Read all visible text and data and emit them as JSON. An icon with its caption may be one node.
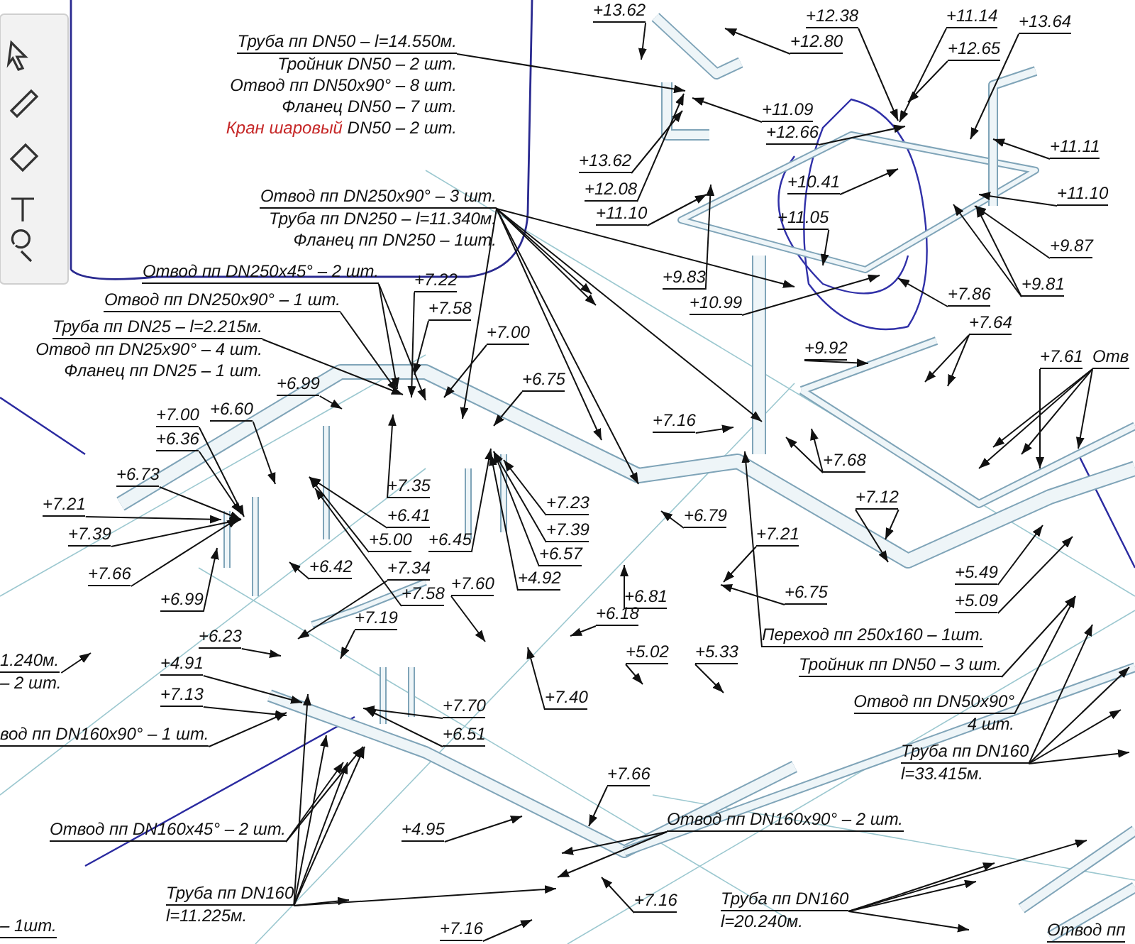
{
  "diagram": {
    "nodes": [
      {
        "text": [
          "+13.62"
        ]
      },
      {
        "text": [
          "Труба пп DN50 – l=14.550м.",
          "Тройник DN50 – 2 шт.",
          "Отвод пп DN50x90° – 8 шт.",
          "Фланец DN50 – 7 шт.",
          "Кран шаровый",
          "DN50 – 2 шт."
        ]
      },
      {
        "text": [
          "+12.38"
        ]
      },
      {
        "text": [
          "+11.14"
        ]
      },
      {
        "text": [
          "+13.64"
        ]
      },
      {
        "text": [
          "+12.80"
        ]
      },
      {
        "text": [
          "+12.65"
        ]
      },
      {
        "text": [
          "+11.09"
        ]
      },
      {
        "text": [
          "+12.66"
        ]
      },
      {
        "text": [
          "+11.11"
        ]
      },
      {
        "text": [
          "+13.62"
        ]
      },
      {
        "text": [
          "+10.41"
        ]
      },
      {
        "text": [
          "+12.08"
        ]
      },
      {
        "text": [
          "+11.10"
        ]
      },
      {
        "text": [
          "Отвод пп DN250x90° – 3 шт.",
          "Труба пп DN250 – l=11.340м.",
          "Фланец пп DN250 – 1шт."
        ]
      },
      {
        "text": [
          "+11.10"
        ]
      },
      {
        "text": [
          "+11.05"
        ]
      },
      {
        "text": [
          "+9.87"
        ]
      },
      {
        "text": [
          "+9.83"
        ]
      },
      {
        "text": [
          "+9.81"
        ]
      },
      {
        "text": [
          "Отвод пп DN250x45° – 2 шт."
        ]
      },
      {
        "text": [
          "+7.22"
        ]
      },
      {
        "text": [
          "+7.86"
        ]
      },
      {
        "text": [
          "Отвод пп DN250x90° – 1 шт."
        ]
      },
      {
        "text": [
          "+10.99"
        ]
      },
      {
        "text": [
          "+7.58"
        ]
      },
      {
        "text": [
          "+7.64"
        ]
      },
      {
        "text": [
          "Труба пп DN25 – l=2.215м.",
          "Отвод пп DN25x90° – 4 шт.",
          "Фланец пп DN25 – 1 шт."
        ]
      },
      {
        "text": [
          "+7.00"
        ]
      },
      {
        "text": [
          "+9.92"
        ]
      },
      {
        "text": [
          "+7.61"
        ]
      },
      {
        "text": [
          "Отв"
        ]
      },
      {
        "text": [
          "+6.99"
        ]
      },
      {
        "text": [
          "+6.75"
        ]
      },
      {
        "text": [
          "+6.60"
        ]
      },
      {
        "text": [
          "+7.00"
        ]
      },
      {
        "text": [
          "+7.16"
        ]
      },
      {
        "text": [
          "+6.36"
        ]
      },
      {
        "text": [
          "+7.68"
        ]
      },
      {
        "text": [
          "+6.73"
        ]
      },
      {
        "text": [
          "+7.35"
        ]
      },
      {
        "text": [
          "+7.12"
        ]
      },
      {
        "text": [
          "+7.21"
        ]
      },
      {
        "text": [
          "+7.23"
        ]
      },
      {
        "text": [
          "+6.79"
        ]
      },
      {
        "text": [
          "+6.41"
        ]
      },
      {
        "text": [
          "+7.39"
        ]
      },
      {
        "text": [
          "+7.39"
        ]
      },
      {
        "text": [
          "+7.21"
        ]
      },
      {
        "text": [
          "+5.00"
        ]
      },
      {
        "text": [
          "+6.45"
        ]
      },
      {
        "text": [
          "+6.57"
        ]
      },
      {
        "text": [
          "+5.49"
        ]
      },
      {
        "text": [
          "+6.42"
        ]
      },
      {
        "text": [
          "+7.34"
        ]
      },
      {
        "text": [
          "+7.66"
        ]
      },
      {
        "text": [
          "+4.92"
        ]
      },
      {
        "text": [
          "+6.75"
        ]
      },
      {
        "text": [
          "+6.81"
        ]
      },
      {
        "text": [
          "+7.58"
        ]
      },
      {
        "text": [
          "+7.60"
        ]
      },
      {
        "text": [
          "+6.99"
        ]
      },
      {
        "text": [
          "+5.09"
        ]
      },
      {
        "text": [
          "+7.19"
        ]
      },
      {
        "text": [
          "+6.18"
        ]
      },
      {
        "text": [
          "+6.23"
        ]
      },
      {
        "text": [
          "Переход пп 250x160 – 1шт."
        ]
      },
      {
        "text": [
          "+5.02"
        ]
      },
      {
        "text": [
          "+5.33"
        ]
      },
      {
        "text": [
          "1.240м.",
          "– 2 шт."
        ]
      },
      {
        "text": [
          "+4.91"
        ]
      },
      {
        "text": [
          "Тройник пп DN50 – 3 шт."
        ]
      },
      {
        "text": [
          "+7.40"
        ]
      },
      {
        "text": [
          "+7.13"
        ]
      },
      {
        "text": [
          "+7.70"
        ]
      },
      {
        "text": [
          "Отвод пп DN50x90°",
          "4 шт."
        ]
      },
      {
        "text": [
          "+6.51"
        ]
      },
      {
        "text": [
          "вод пп DN160x90° – 1 шт."
        ]
      },
      {
        "text": [
          "Труба пп DN160",
          "l=33.415м."
        ]
      },
      {
        "text": [
          "+7.66"
        ]
      },
      {
        "text": [
          "Отвод пп DN160x90° – 2 шт."
        ]
      },
      {
        "text": [
          "Отвод пп DN160x45° – 2 шт."
        ]
      },
      {
        "text": [
          "+4.95"
        ]
      },
      {
        "text": [
          "Труба пп DN160",
          "l=11.225м."
        ]
      },
      {
        "text": [
          "+7.16"
        ]
      },
      {
        "text": [
          "Труба пп DN160",
          "l=20.240м."
        ]
      },
      {
        "text": [
          "– 1шт."
        ]
      },
      {
        "text": [
          "+7.16"
        ]
      },
      {
        "text": [
          "Отвод пп"
        ]
      }
    ],
    "edges": [
      {
        "from": 0,
        "to": null,
        "arrow": "to"
      },
      {
        "from": 1,
        "to": null,
        "arrow": "to"
      },
      {
        "from": 2,
        "to": null,
        "arrow": "to"
      },
      {
        "from": 3,
        "to": null,
        "arrow": "to"
      },
      {
        "from": 4,
        "to": null,
        "arrow": "to"
      },
      {
        "from": 5,
        "to": null,
        "arrow": "to"
      },
      {
        "from": 6,
        "to": null,
        "arrow": "to"
      },
      {
        "from": 7,
        "to": null,
        "arrow": "to"
      },
      {
        "from": 8,
        "to": null,
        "arrow": "to"
      },
      {
        "from": 9,
        "to": null,
        "arrow": "to"
      },
      {
        "from": 10,
        "to": null,
        "arrow": "to"
      },
      {
        "from": 11,
        "to": null,
        "arrow": "to"
      },
      {
        "from": 12,
        "to": null,
        "arrow": "to"
      },
      {
        "from": 13,
        "to": null,
        "arrow": "to"
      },
      {
        "from": 14,
        "to": null,
        "arrow": "to"
      },
      {
        "from": 14,
        "to": null,
        "arrow": "to"
      },
      {
        "from": 14,
        "to": null,
        "arrow": "to"
      },
      {
        "from": 14,
        "to": null,
        "arrow": "to"
      },
      {
        "from": 14,
        "to": null,
        "arrow": "to"
      },
      {
        "from": 14,
        "to": null,
        "arrow": "to"
      },
      {
        "from": 14,
        "to": null,
        "arrow": "to"
      },
      {
        "from": 15,
        "to": null,
        "arrow": "to"
      },
      {
        "from": 16,
        "to": null,
        "arrow": "to"
      },
      {
        "from": 17,
        "to": null,
        "arrow": "to"
      },
      {
        "from": 18,
        "to": null,
        "arrow": "to"
      },
      {
        "from": 19,
        "to": null,
        "arrow": "to"
      },
      {
        "from": 19,
        "to": null,
        "arrow": "to"
      },
      {
        "from": 20,
        "to": null,
        "arrow": "to"
      },
      {
        "from": 20,
        "to": null,
        "arrow": "to"
      },
      {
        "from": 21,
        "to": null,
        "arrow": "to"
      },
      {
        "from": 22,
        "to": null,
        "arrow": "to"
      },
      {
        "from": 23,
        "to": null,
        "arrow": "to"
      },
      {
        "from": 24,
        "to": null,
        "arrow": "to"
      },
      {
        "from": 25,
        "to": null,
        "arrow": "to"
      },
      {
        "from": 26,
        "to": null,
        "arrow": "to"
      },
      {
        "from": 26,
        "to": null,
        "arrow": "to"
      },
      {
        "from": 27,
        "to": null,
        "arrow": "to"
      },
      {
        "from": 28,
        "to": null,
        "arrow": "to"
      },
      {
        "from": 29,
        "to": null,
        "arrow": "to"
      },
      {
        "from": 30,
        "to": null,
        "arrow": "to"
      },
      {
        "from": 31,
        "to": null,
        "arrow": "to"
      },
      {
        "from": 31,
        "to": null,
        "arrow": "to"
      },
      {
        "from": 31,
        "to": null,
        "arrow": "to"
      },
      {
        "from": 31,
        "to": null,
        "arrow": "to"
      },
      {
        "from": 32,
        "to": null,
        "arrow": "to"
      },
      {
        "from": 33,
        "to": null,
        "arrow": "to"
      },
      {
        "from": 34,
        "to": null,
        "arrow": "to"
      },
      {
        "from": 35,
        "to": null,
        "arrow": "to"
      },
      {
        "from": 36,
        "to": null,
        "arrow": "to"
      },
      {
        "from": 37,
        "to": null,
        "arrow": "to"
      },
      {
        "from": 38,
        "to": null,
        "arrow": "to"
      },
      {
        "from": 38,
        "to": null,
        "arrow": "to"
      },
      {
        "from": 39,
        "to": null,
        "arrow": "to"
      },
      {
        "from": 40,
        "to": null,
        "arrow": "to"
      },
      {
        "from": 41,
        "to": null,
        "arrow": "to"
      },
      {
        "from": 41,
        "to": null,
        "arrow": "to"
      },
      {
        "from": 42,
        "to": null,
        "arrow": "to"
      },
      {
        "from": 43,
        "to": null,
        "arrow": "to"
      },
      {
        "from": 44,
        "to": null,
        "arrow": "to"
      },
      {
        "from": 45,
        "to": null,
        "arrow": "to"
      },
      {
        "from": 46,
        "to": null,
        "arrow": "to"
      },
      {
        "from": 47,
        "to": null,
        "arrow": "to"
      },
      {
        "from": 48,
        "to": null,
        "arrow": "to"
      },
      {
        "from": 49,
        "to": null,
        "arrow": "to"
      },
      {
        "from": 50,
        "to": null,
        "arrow": "to"
      },
      {
        "from": 51,
        "to": null,
        "arrow": "to"
      },
      {
        "from": 52,
        "to": null,
        "arrow": "to"
      },
      {
        "from": 53,
        "to": null,
        "arrow": "to"
      },
      {
        "from": 54,
        "to": null,
        "arrow": "to"
      },
      {
        "from": 55,
        "to": null,
        "arrow": "to"
      },
      {
        "from": 56,
        "to": null,
        "arrow": "to"
      },
      {
        "from": 57,
        "to": null,
        "arrow": "to"
      },
      {
        "from": 58,
        "to": null,
        "arrow": "to"
      },
      {
        "from": 59,
        "to": null,
        "arrow": "to"
      },
      {
        "from": 60,
        "to": null,
        "arrow": "to"
      },
      {
        "from": 61,
        "to": null,
        "arrow": "to"
      },
      {
        "from": 62,
        "to": null,
        "arrow": "to"
      },
      {
        "from": 63,
        "to": null,
        "arrow": "to"
      },
      {
        "from": 64,
        "to": null,
        "arrow": "to"
      },
      {
        "from": 65,
        "to": null,
        "arrow": "to"
      },
      {
        "from": 66,
        "to": null,
        "arrow": "to"
      },
      {
        "from": 67,
        "to": null,
        "arrow": "to"
      },
      {
        "from": 68,
        "to": null,
        "arrow": "to"
      },
      {
        "from": 69,
        "to": null,
        "arrow": "to"
      },
      {
        "from": 70,
        "to": null,
        "arrow": "to"
      },
      {
        "from": 71,
        "to": null,
        "arrow": "to"
      },
      {
        "from": 72,
        "to": null,
        "arrow": "to"
      },
      {
        "from": 73,
        "to": null,
        "arrow": "to"
      },
      {
        "from": 74,
        "to": null,
        "arrow": "to"
      },
      {
        "from": 75,
        "to": null,
        "arrow": "to"
      },
      {
        "from": 76,
        "to": null,
        "arrow": "to"
      },
      {
        "from": 77,
        "to": null,
        "arrow": "to"
      },
      {
        "from": 78,
        "to": null,
        "arrow": "to"
      },
      {
        "from": 78,
        "to": null,
        "arrow": "to"
      },
      {
        "from": 78,
        "to": null,
        "arrow": "to"
      },
      {
        "from": 78,
        "to": null,
        "arrow": "to"
      },
      {
        "from": 79,
        "to": null,
        "arrow": "to"
      },
      {
        "from": 80,
        "to": null,
        "arrow": "to"
      },
      {
        "from": 80,
        "to": null,
        "arrow": "to"
      },
      {
        "from": 81,
        "to": null,
        "arrow": "to"
      },
      {
        "from": 81,
        "to": null,
        "arrow": "to"
      },
      {
        "from": 82,
        "to": null,
        "arrow": "to"
      },
      {
        "from": 83,
        "to": null,
        "arrow": "to"
      },
      {
        "from": 83,
        "to": null,
        "arrow": "to"
      },
      {
        "from": 83,
        "to": null,
        "arrow": "to"
      },
      {
        "from": 83,
        "to": null,
        "arrow": "to"
      },
      {
        "from": 83,
        "to": null,
        "arrow": "to"
      },
      {
        "from": 83,
        "to": null,
        "arrow": "to"
      },
      {
        "from": 84,
        "to": null,
        "arrow": "to"
      },
      {
        "from": 85,
        "to": null,
        "arrow": "to"
      },
      {
        "from": 85,
        "to": null,
        "arrow": "to"
      },
      {
        "from": 85,
        "to": null,
        "arrow": "to"
      },
      {
        "from": 85,
        "to": null,
        "arrow": "to"
      },
      {
        "from": 87,
        "to": null,
        "arrow": "to"
      }
    ]
  }
}
